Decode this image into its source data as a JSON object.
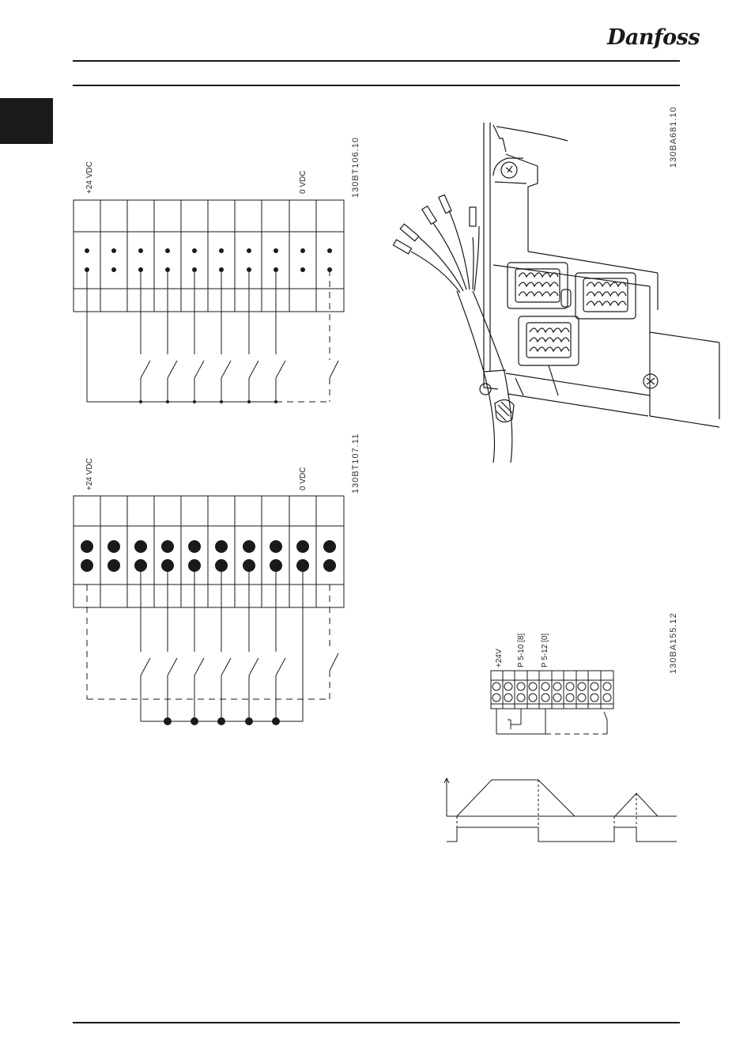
{
  "header": {
    "brand": "Danfoss"
  },
  "figures": {
    "pnp_wiring": {
      "code": "130BT106.10",
      "label_supply": "+24 VDC",
      "label_ground": "0 VDC"
    },
    "npn_wiring": {
      "code": "130BT107.11",
      "label_supply": "+24 VDC",
      "label_ground": "0 VDC"
    },
    "cable_clamp": {
      "code": "130BA681.10"
    },
    "start_stop": {
      "code": "130BA155.12",
      "label_24v": "+24V",
      "label_p510": "P 5-10 [8]",
      "label_p512": "P 5-12 [0]"
    }
  },
  "colors": {
    "ink": "#1a1a1a",
    "background": "#ffffff"
  }
}
